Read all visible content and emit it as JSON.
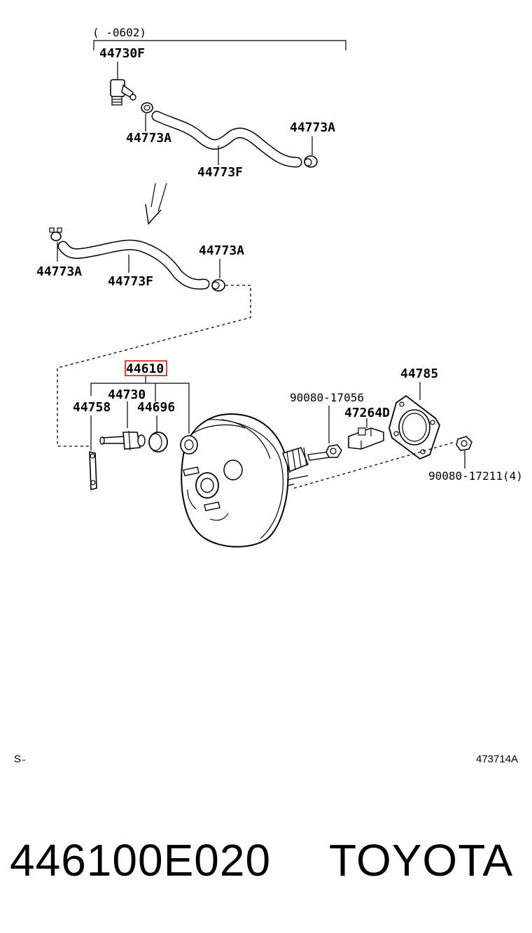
{
  "diagram": {
    "date_range_label": "(      -0602)",
    "labels": {
      "top_fitting": "44730F",
      "top_clamp_left": "44773A",
      "top_clamp_right": "44773A",
      "top_hose": "44773F",
      "mid_clamp_left": "44773A",
      "mid_hose": "44773F",
      "mid_clamp_right": "44773A",
      "booster_assy": "44610",
      "check_valve": "44730",
      "hose_bracket": "44758",
      "grommet": "44696",
      "gasket": "44785",
      "clevis": "47264D",
      "nut_left": "90080-17056",
      "nut_right": "90080-17211(4)"
    },
    "highlight_color": "#d9302b",
    "footer_left": "S",
    "footer_right": "473714A"
  },
  "product": {
    "part_number": "446100E020",
    "brand": "TOYOTA"
  }
}
